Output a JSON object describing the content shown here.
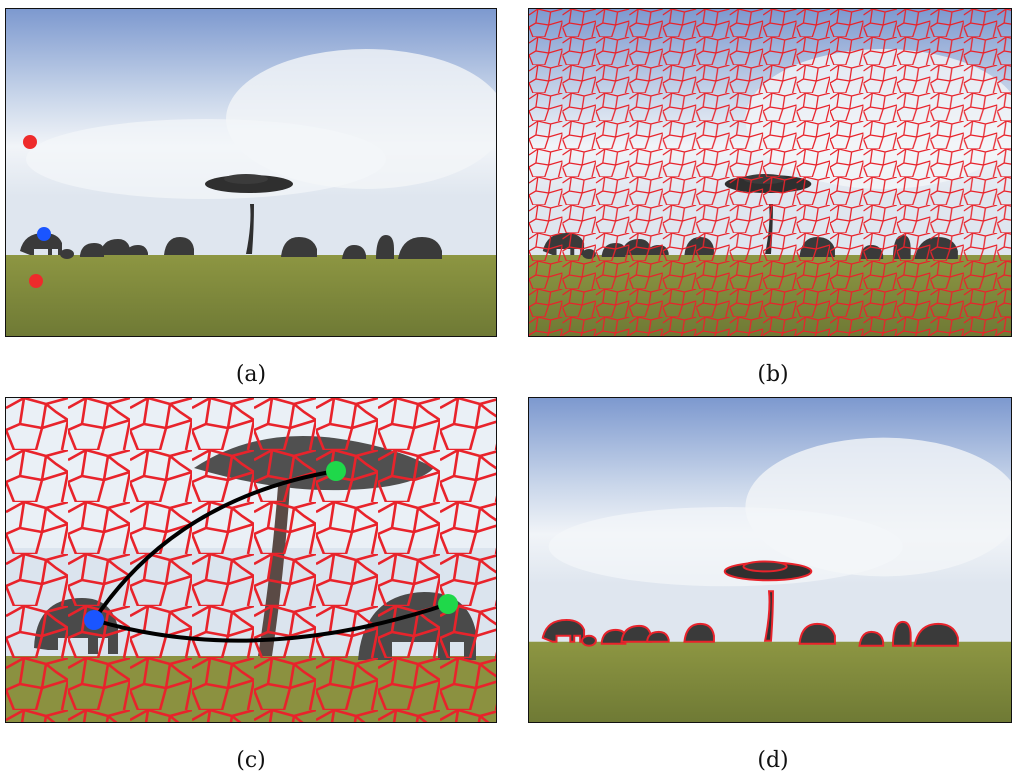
{
  "figure": {
    "captions": [
      "(a)",
      "(b)",
      "(c)",
      "(d)"
    ],
    "panel_a": {
      "scribbles": {
        "background_color": "#ee2b2b",
        "foreground_color": "#1a55ff"
      }
    },
    "panel_b": {
      "overlay": "superpixel-grid",
      "boundary_color": "#e8232b"
    },
    "panel_c": {
      "overlay": "superpixel-grid-zoom",
      "boundary_color": "#e8232b",
      "path_color": "#000000",
      "source_color": "#1a55ff",
      "target_color": "#1fd84a"
    },
    "panel_d": {
      "overlay": "segmentation-outline",
      "boundary_color": "#e8232b"
    },
    "colors": {
      "sky_top": "#8fa9d6",
      "sky_mid": "#e9eef5",
      "grass": "#7d8a3c",
      "silhouette": "#3a3a3a",
      "tree": "#2f2f2f"
    }
  }
}
